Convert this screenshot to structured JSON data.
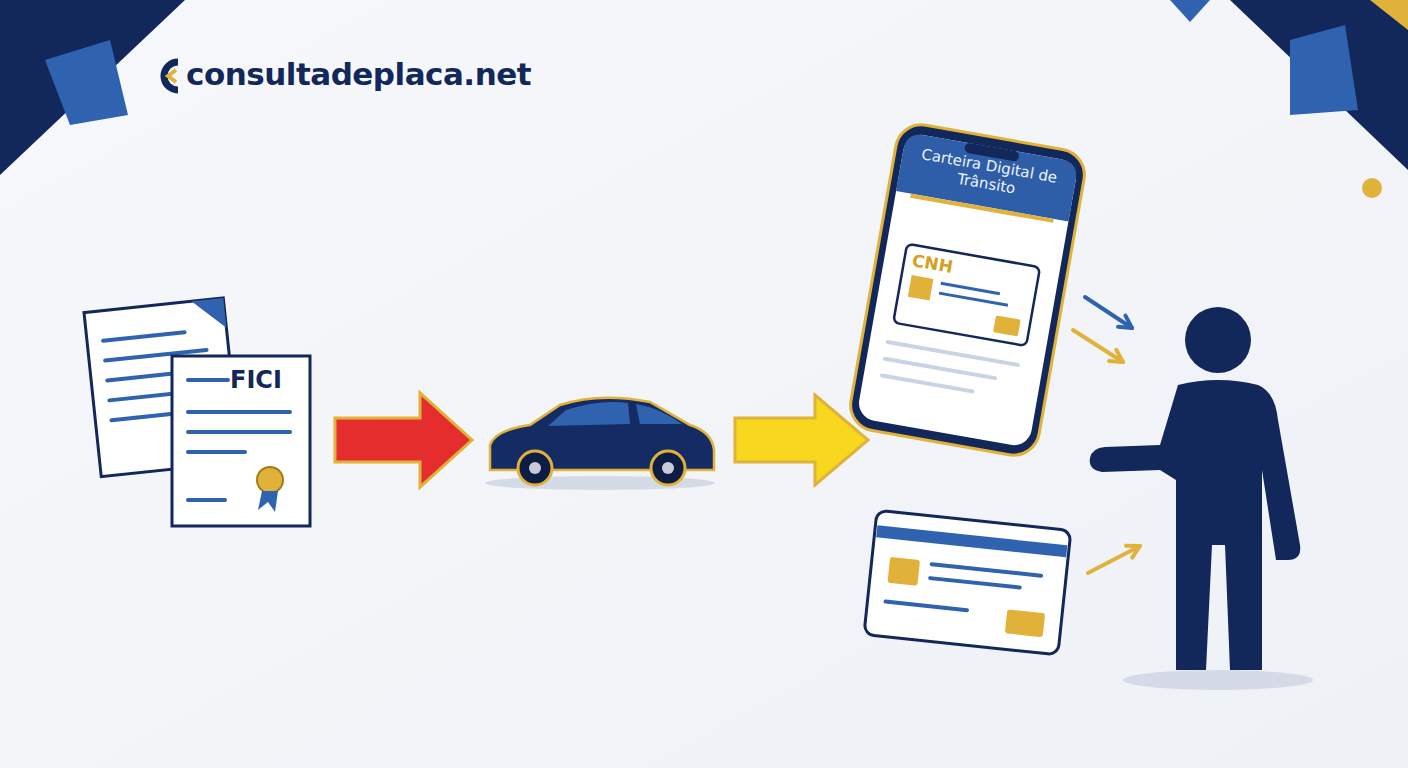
{
  "diagram": {
    "nodes": [
      {
        "text": [
          "FICI"
        ]
      },
      {
        "text": [
          "Carteira Digital de Trânsito"
        ]
      },
      {
        "text": [
          "CNH"
        ],
        "in": 1
      }
    ],
    "labels": [
      "consultadeplaca.net"
    ]
  }
}
